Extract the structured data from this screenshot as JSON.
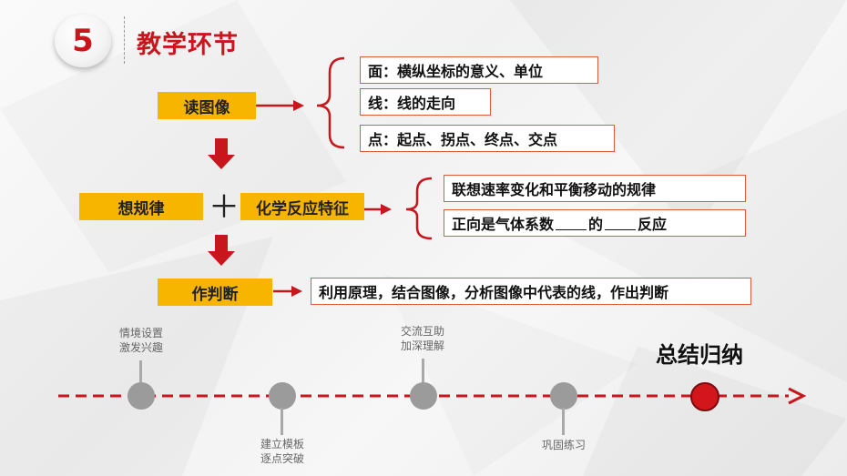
{
  "header": {
    "number": "5",
    "title": "教学环节"
  },
  "steps": {
    "read": "读图像",
    "think": "想规律",
    "plus": "＋",
    "reaction": "化学反应特征",
    "judge": "作判断"
  },
  "read_items": [
    "面：横纵坐标的意义、单位",
    "线：线的走向",
    "点：起点、拐点、终点、交点"
  ],
  "rule_items": {
    "first": "联想速率变化和平衡移动的规律",
    "second_prefix": "正向是气体系数",
    "second_mid": "的",
    "second_suffix": "反应"
  },
  "judge_text": "利用原理，结合图像，分析图像中代表的线，作出判断",
  "timeline": {
    "stage1_line1": "情境设置",
    "stage1_line2": "激发兴趣",
    "stage2_line1": "建立模板",
    "stage2_line2": "逐点突破",
    "stage3_line1": "交流互助",
    "stage3_line2": "加深理解",
    "stage4": "巩固练习",
    "stage5": "总结归纳"
  },
  "colors": {
    "accent": "#c8161d",
    "highlight": "#f7b500",
    "box_border": "#e05a3a",
    "timeline_gray": "#9b9b9b"
  }
}
